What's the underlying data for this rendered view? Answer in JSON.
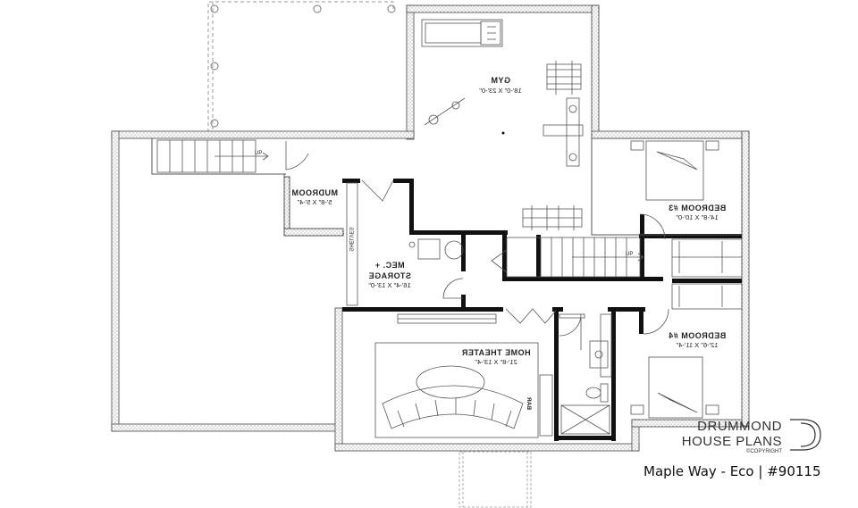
{
  "rooms": {
    "gym": {
      "name": "GYM",
      "dims": "18'-0\" X 23'-0\""
    },
    "mudroom": {
      "name": "MUDROOM",
      "dims": "5'-8\" X 5'-4\""
    },
    "storage": {
      "name_line1": "MEC. +",
      "name_line2": "STORAGE",
      "dims": "16'-4\" X 13'-0\""
    },
    "bedroom3": {
      "name": "BEDROOM #3",
      "dims": "14'-8\" X 10'-0\""
    },
    "bedroom4": {
      "name": "BEDROOM #4",
      "dims": "12'-6\" X 11'-4\""
    },
    "theater": {
      "name": "HOME THEATER",
      "dims": "21'-8\" X 13'-4\""
    },
    "bar": {
      "name": "BAR"
    },
    "shelves": {
      "name": "SHELVES"
    }
  },
  "stairs": {
    "up_label": "UP"
  },
  "branding": {
    "logo_line1": "DRUMMOND",
    "logo_line2": "HOUSE PLANS",
    "copyright": "©COPYRIGHT",
    "caption": "Maple Way - Eco | #90115"
  }
}
